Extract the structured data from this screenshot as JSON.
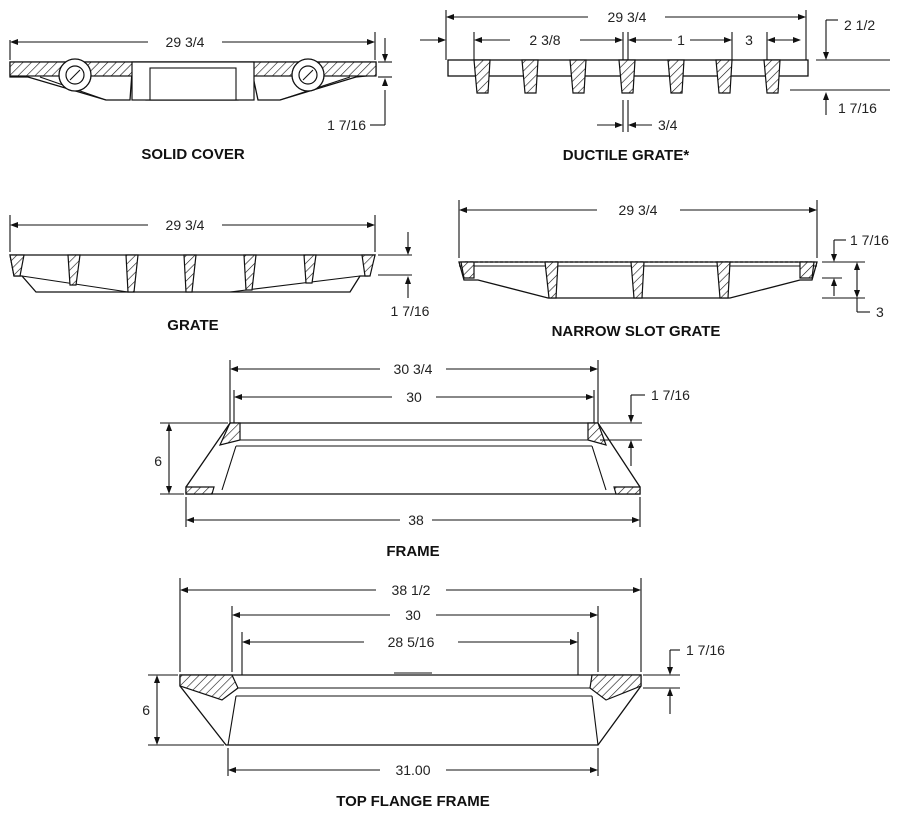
{
  "parts": {
    "solid_cover": {
      "title": "SOLID COVER",
      "width": "29 3/4",
      "depth": "1 7/16"
    },
    "ductile_grate": {
      "title": "DUCTILE GRATE*",
      "width": "29 3/4",
      "bar_spacing": "2  3/8",
      "spacing_1": "1",
      "spacing_3": "3",
      "depth": "2  1/2",
      "depth_small": "1 7/16",
      "bar_width": "3/4"
    },
    "grate": {
      "title": "GRATE",
      "width": "29 3/4",
      "depth": "1 7/16"
    },
    "narrow_slot_grate": {
      "title": "NARROW SLOT GRATE",
      "width": "29 3/4",
      "depth": "1 7/16",
      "height": "3"
    },
    "frame": {
      "title": "FRAME",
      "outer_top": "30 3/4",
      "inner_top": "30",
      "bottom": "38",
      "height": "6",
      "ledge": "1 7/16"
    },
    "top_flange_frame": {
      "title": "TOP FLANGE FRAME",
      "outer": "38 1/2",
      "mid": "30",
      "inner": "28 5/16",
      "bottom": "31.00",
      "height": "6",
      "ledge": "1 7/16"
    }
  }
}
